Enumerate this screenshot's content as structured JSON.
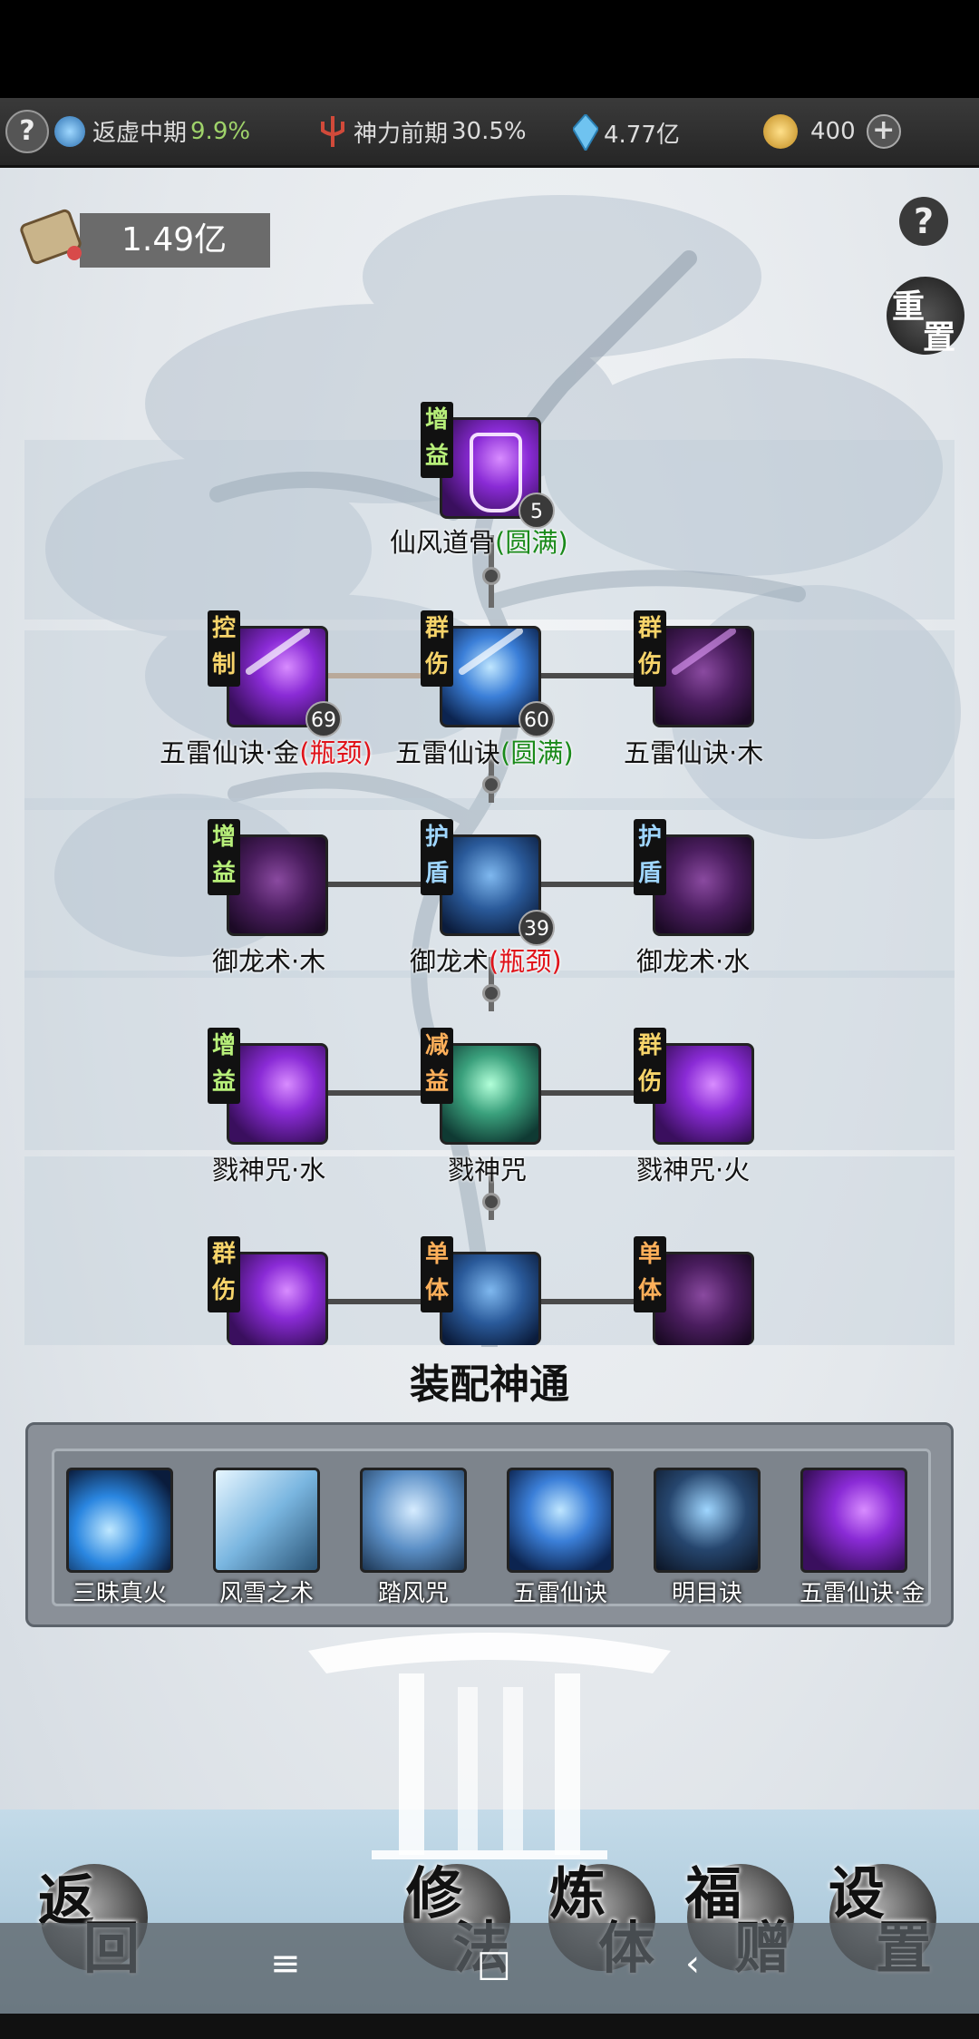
{
  "status_bar": {
    "help_label": "?",
    "realm_label": "返虚中期",
    "realm_progress": "9.9%",
    "power_label": "神力前期",
    "power_progress": "30.5%",
    "crystal_value": "4.77亿",
    "coin_value": "400",
    "add_label": "+"
  },
  "resource": {
    "scroll_value": "1.49亿"
  },
  "corner": {
    "help_label": "?",
    "reset_char1": "重",
    "reset_char2": "置"
  },
  "skill_tree": {
    "rows": [
      {
        "nodes": [
          {
            "tag": "增益",
            "label": "仙风道骨",
            "status": "(圆满)",
            "level": "5"
          }
        ]
      },
      {
        "nodes": [
          {
            "tag": "控制",
            "label": "五雷仙诀·金",
            "status": "(瓶颈)",
            "level": "69"
          },
          {
            "tag": "群伤",
            "label": "五雷仙诀",
            "status": "(圆满)",
            "level": "60"
          },
          {
            "tag": "群伤",
            "label": "五雷仙诀·木",
            "status": "",
            "level": ""
          }
        ]
      },
      {
        "nodes": [
          {
            "tag": "增益",
            "label": "御龙术·木",
            "status": "",
            "level": ""
          },
          {
            "tag": "护盾",
            "label": "御龙术",
            "status": "(瓶颈)",
            "level": "39"
          },
          {
            "tag": "护盾",
            "label": "御龙术·水",
            "status": "",
            "level": ""
          }
        ]
      },
      {
        "nodes": [
          {
            "tag": "增益",
            "label": "戮神咒·水",
            "status": "",
            "level": ""
          },
          {
            "tag": "减益",
            "label": "戮神咒",
            "status": "",
            "level": ""
          },
          {
            "tag": "群伤",
            "label": "戮神咒·火",
            "status": "",
            "level": ""
          }
        ]
      },
      {
        "nodes": [
          {
            "tag": "群伤",
            "label": "",
            "status": "",
            "level": ""
          },
          {
            "tag": "单体",
            "label": "",
            "status": "",
            "level": ""
          },
          {
            "tag": "单体",
            "label": "",
            "status": "",
            "level": ""
          }
        ]
      }
    ]
  },
  "equip": {
    "title": "装配神通",
    "slots": [
      {
        "label": "三昧真火"
      },
      {
        "label": "风雪之术"
      },
      {
        "label": "踏风咒"
      },
      {
        "label": "五雷仙诀"
      },
      {
        "label": "明目诀"
      },
      {
        "label": "五雷仙诀·金"
      }
    ]
  },
  "bottom_buttons": {
    "back": [
      "返",
      "回"
    ],
    "cultivate": [
      "修",
      "法"
    ],
    "refine": [
      "炼",
      "体"
    ],
    "gift": [
      "福",
      "赠"
    ],
    "settings": [
      "设",
      "置"
    ]
  },
  "nav": {
    "menu": "≡",
    "home": "□",
    "back": "‹"
  }
}
